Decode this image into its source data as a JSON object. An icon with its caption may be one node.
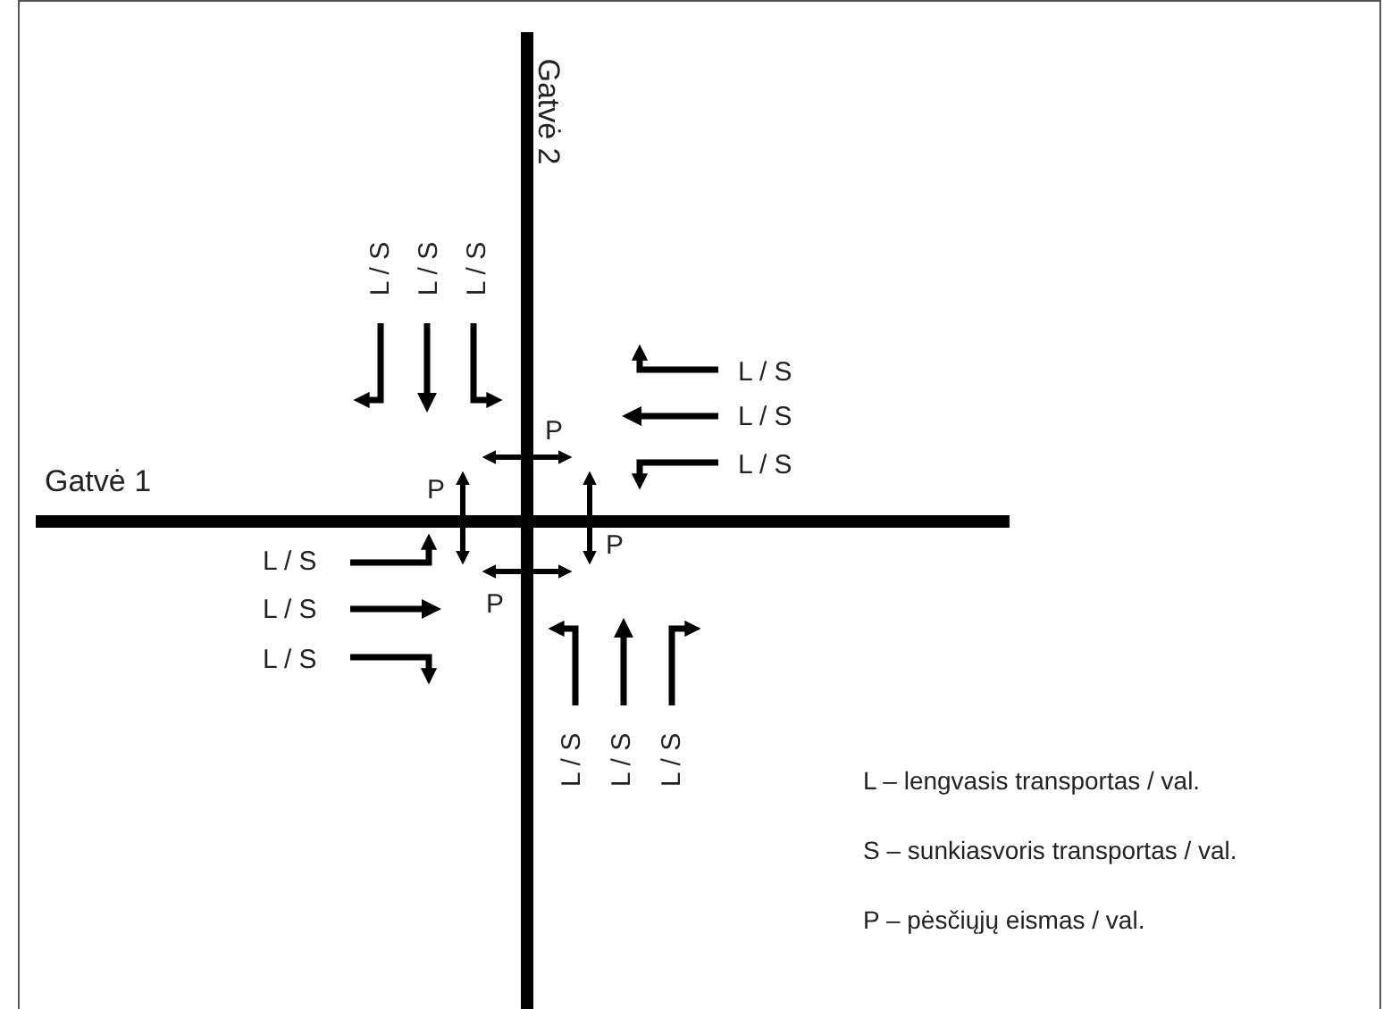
{
  "diagram": {
    "labels": [
      "Gatvė 2",
      "L / S",
      "L / S",
      "L / S",
      "L / S",
      "L / S",
      "L / S",
      "P",
      "Gatvė 1",
      "P",
      "P",
      "L / S",
      "L / S",
      "L / S",
      "P",
      "L / S",
      "L / S",
      "L / S",
      "L – lengvasis transportas / val.",
      "S – sunkiasvoris transportas / val.",
      "P – pėsčiųjų eismas / val."
    ]
  }
}
